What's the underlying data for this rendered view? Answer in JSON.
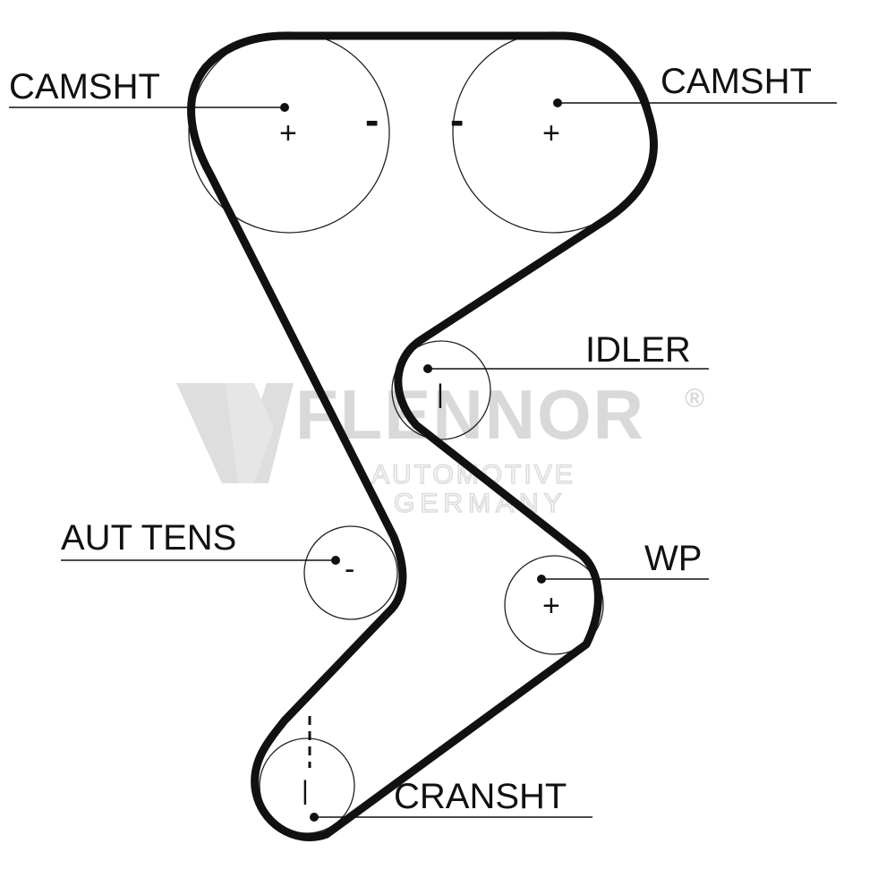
{
  "watermark": {
    "brand": "FLENNOR",
    "registered": "®",
    "line1": "AUTOMOTIVE",
    "line2": "GERMANY",
    "color": "#d9d9d9"
  },
  "labels": {
    "camshaft_left": "CAMSHT",
    "camshaft_right": "CAMSHT",
    "idler": "IDLER",
    "auto_tensioner": "AUT TENS",
    "water_pump": "WP",
    "crankshaft": "CRANSHT"
  },
  "marks": {
    "plus": "+",
    "minus": "-",
    "tick": "|"
  },
  "colors": {
    "belt": "#111111",
    "pulley_outline": "#222222",
    "leader": "#111111"
  }
}
